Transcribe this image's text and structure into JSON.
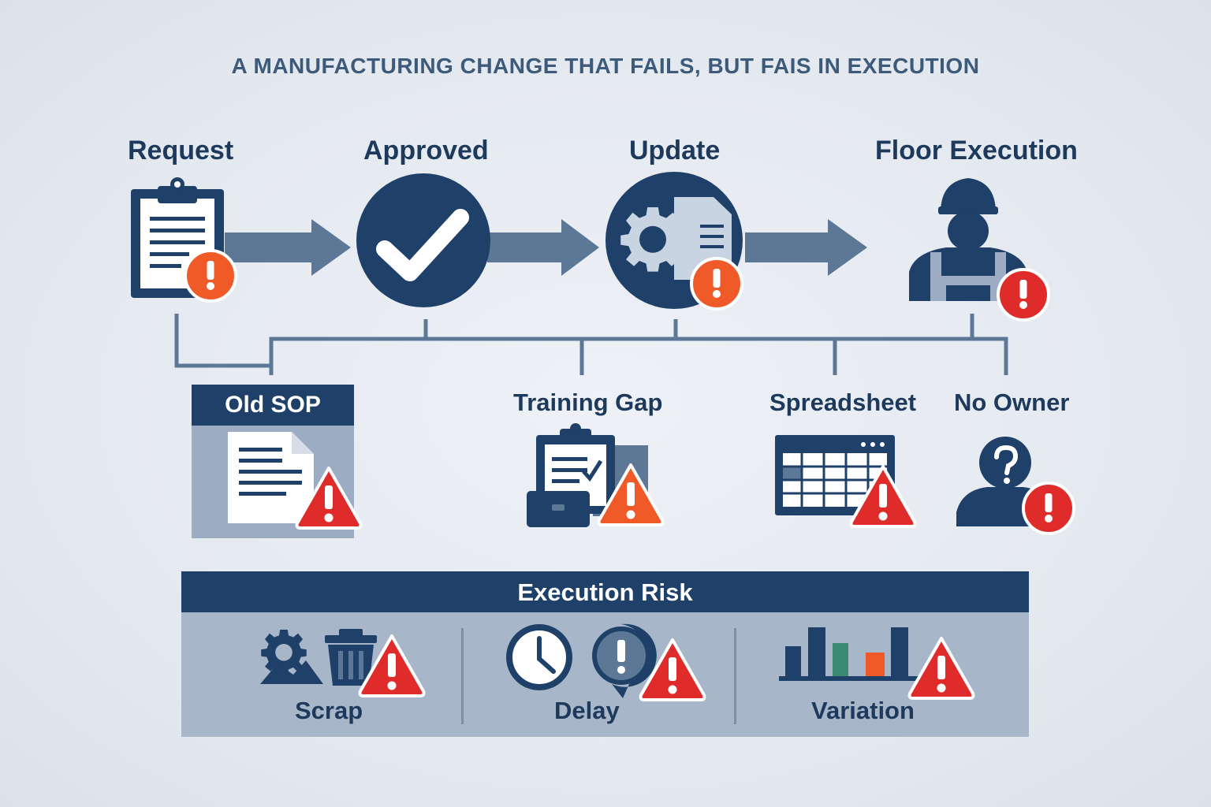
{
  "title": "A MANUFACTURING CHANGE THAT FAILS, BUT FAIS IN EXECUTION",
  "colors": {
    "navy": "#1f4068",
    "steel": "#5d7896",
    "alert_orange": "#f05a28",
    "alert_red": "#e02b2b",
    "panel": "#a7b6c9"
  },
  "flow": {
    "steps": [
      {
        "label": "Request",
        "icon": "clipboard-icon",
        "alert": "exclamation-circle-icon"
      },
      {
        "label": "Approved",
        "icon": "checkmark-circle-icon"
      },
      {
        "label": "Update",
        "icon": "gear-document-icon",
        "alert": "exclamation-circle-icon"
      },
      {
        "label": "Floor Execution",
        "icon": "worker-hardhat-icon",
        "alert": "exclamation-circle-icon"
      }
    ]
  },
  "issues": [
    {
      "label": "Old SOP",
      "icon": "document-icon",
      "alert": "warning-triangle-icon"
    },
    {
      "label": "Training Gap",
      "icon": "training-clipboard-icon",
      "alert": "warning-triangle-icon"
    },
    {
      "label": "Spreadsheet",
      "icon": "spreadsheet-icon",
      "alert": "warning-triangle-icon"
    },
    {
      "label": "No Owner",
      "icon": "unknown-person-icon",
      "alert": "warning-triangle-icon"
    }
  ],
  "risk": {
    "title": "Execution Risk",
    "items": [
      {
        "label": "Scrap",
        "icon": "gear-trash-icon"
      },
      {
        "label": "Delay",
        "icon": "clock-alert-icon"
      },
      {
        "label": "Variation",
        "icon": "bar-chart-icon"
      }
    ]
  }
}
